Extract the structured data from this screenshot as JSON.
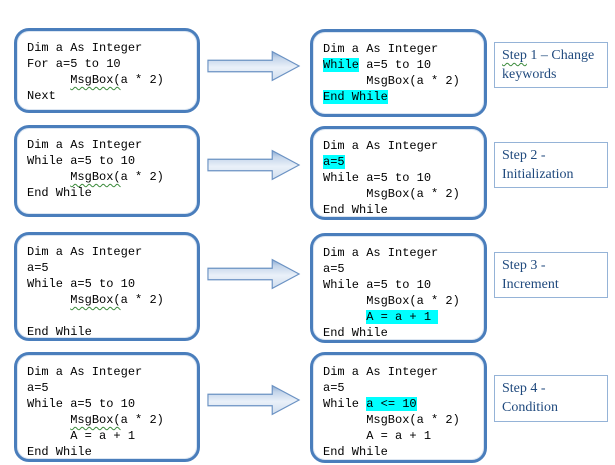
{
  "colors": {
    "code_box_border": "#4a7ebc",
    "step_box_border": "#95b3d7",
    "step_text": "#1f497d",
    "highlight": "#00ffff",
    "squiggle": "#3a8a3a",
    "arrow_outline": "#6b92c3"
  },
  "rows": [
    {
      "left": {
        "lines": [
          [
            {
              "t": "Dim a As Integer"
            }
          ],
          [
            {
              "t": "For a=5 to 10"
            }
          ],
          [
            {
              "t": "      "
            },
            {
              "t": "MsgBox(",
              "sq": true
            },
            {
              "t": "a * 2)"
            }
          ],
          [
            {
              "t": "Next"
            }
          ]
        ]
      },
      "right": {
        "lines": [
          [
            {
              "t": "Dim a As Integer"
            }
          ],
          [
            {
              "t": "While",
              "hl": true
            },
            {
              "t": " a=5 to 10"
            }
          ],
          [
            {
              "t": "      MsgBox(a * 2)"
            }
          ],
          [
            {
              "t": "End While",
              "hl": true
            }
          ]
        ]
      },
      "step": {
        "lines": [
          [
            {
              "t": "Step",
              "sq": true
            },
            {
              "t": " 1 – Change"
            }
          ],
          [
            {
              "t": "keywords"
            }
          ]
        ]
      }
    },
    {
      "left": {
        "lines": [
          [
            {
              "t": "Dim a As Integer"
            }
          ],
          [
            {
              "t": "While a=5 to 10"
            }
          ],
          [
            {
              "t": "      "
            },
            {
              "t": "MsgBox(",
              "sq": true
            },
            {
              "t": "a * 2)"
            }
          ],
          [
            {
              "t": "End While"
            }
          ]
        ]
      },
      "right": {
        "lines": [
          [
            {
              "t": "Dim a As Integer"
            }
          ],
          [
            {
              "t": "a=5",
              "hl": true
            }
          ],
          [
            {
              "t": "While a=5 to 10"
            }
          ],
          [
            {
              "t": "      MsgBox(a * 2)"
            }
          ],
          [
            {
              "t": "End While"
            }
          ]
        ]
      },
      "step": {
        "lines": [
          [
            {
              "t": "Step 2 -"
            }
          ],
          [
            {
              "t": "Initialization"
            }
          ]
        ]
      }
    },
    {
      "left": {
        "lines": [
          [
            {
              "t": "Dim a As Integer"
            }
          ],
          [
            {
              "t": "a=5"
            }
          ],
          [
            {
              "t": "While a=5 to 10"
            }
          ],
          [
            {
              "t": "      "
            },
            {
              "t": "MsgBox(",
              "sq": true
            },
            {
              "t": "a * 2)"
            }
          ],
          [],
          [
            {
              "t": "End While"
            }
          ]
        ]
      },
      "right": {
        "lines": [
          [
            {
              "t": "Dim a As Integer"
            }
          ],
          [
            {
              "t": "a=5"
            }
          ],
          [
            {
              "t": "While a=5 to 10"
            }
          ],
          [
            {
              "t": "      MsgBox(a * 2)"
            }
          ],
          [
            {
              "t": "      "
            },
            {
              "t": "A = a + 1 ",
              "hl": true
            }
          ],
          [
            {
              "t": "End While"
            }
          ]
        ]
      },
      "step": {
        "lines": [
          [
            {
              "t": "Step 3 -"
            }
          ],
          [
            {
              "t": "Increment"
            }
          ]
        ]
      }
    },
    {
      "left": {
        "lines": [
          [
            {
              "t": "Dim a As Integer"
            }
          ],
          [
            {
              "t": "a=5"
            }
          ],
          [
            {
              "t": "While a=5 to 10"
            }
          ],
          [
            {
              "t": "      "
            },
            {
              "t": "MsgBox(",
              "sq": true
            },
            {
              "t": "a * 2)"
            }
          ],
          [
            {
              "t": "      A = a + 1"
            }
          ],
          [
            {
              "t": "End While"
            }
          ]
        ]
      },
      "right": {
        "lines": [
          [
            {
              "t": "Dim a As Integer"
            }
          ],
          [
            {
              "t": "a=5"
            }
          ],
          [
            {
              "t": "While "
            },
            {
              "t": "a <= 10",
              "hl": true
            }
          ],
          [
            {
              "t": "      MsgBox(a * 2)"
            }
          ],
          [
            {
              "t": "      A = a + 1"
            }
          ],
          [
            {
              "t": "End While"
            }
          ]
        ]
      },
      "step": {
        "lines": [
          [
            {
              "t": "Step 4 -"
            }
          ],
          [
            {
              "t": "Condition"
            }
          ]
        ]
      }
    }
  ]
}
